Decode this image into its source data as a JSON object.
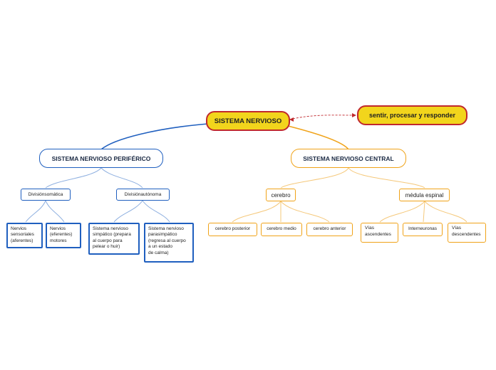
{
  "root": {
    "label": "SISTEMA NERVIOSO"
  },
  "note": {
    "label": "sentir, procesar y responder"
  },
  "peripheral": {
    "label": "SISTEMA NERVIOSO PERIFÉRICO",
    "somatic": {
      "label": "Divisiónsomática",
      "children": [
        "Nervios\nsensoriales\n(aferentes)",
        "Nervios\n(eferentes)\nmotores"
      ]
    },
    "autonomic": {
      "label": "Divisiónautónoma",
      "children": [
        "Sistema nervioso\nsimpático (prepara\nal cuerpo para\npelear o huir)",
        "Sistema nervioso\nparasimpático\n(regresa al cuerpo\na un estado\nde calma)"
      ]
    }
  },
  "central": {
    "label": "SISTEMA NERVIOSO CENTRAL",
    "brain": {
      "label": "cerebro",
      "children": [
        "cerebro posterior",
        "cerebro medio",
        "cerebro anterior"
      ]
    },
    "spinal": {
      "label": "médula espinal",
      "children": [
        "Vías\nascendentes",
        "Interneuronas",
        "Vías\ndescendentes"
      ]
    }
  },
  "colors": {
    "root_fill": "#f2d51c",
    "root_border": "#c0282d",
    "peripheral": "#1f5fbf",
    "central": "#f0a319",
    "relation": "#c0282d"
  }
}
